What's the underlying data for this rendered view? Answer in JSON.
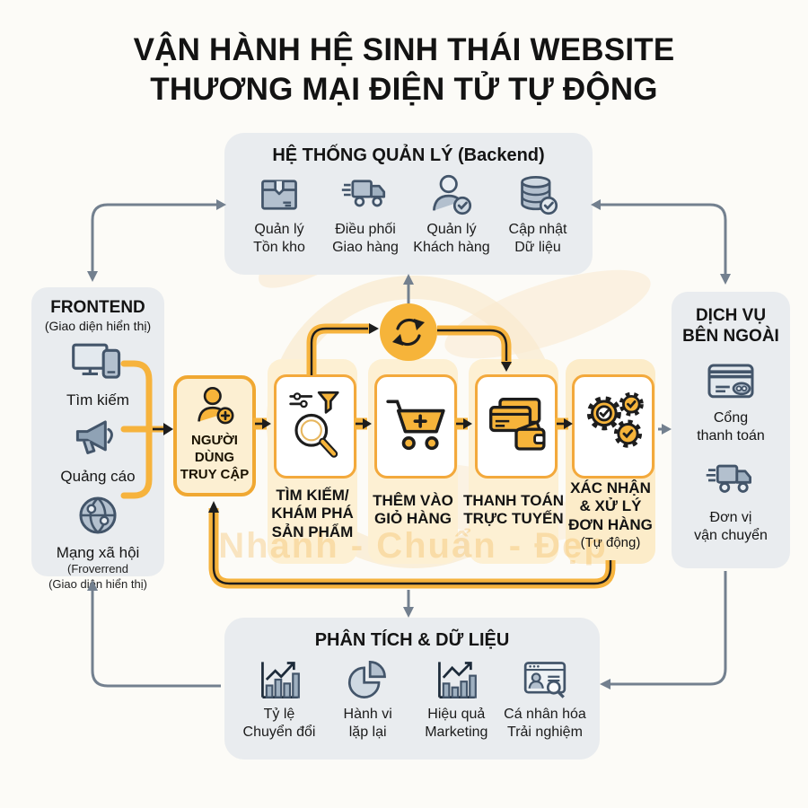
{
  "title": {
    "line1": "VẬN HÀNH HỆ SINH THÁI WEBSITE",
    "line2": "THƯƠNG MẠI ĐIỆN TỬ TỰ ĐỘNG"
  },
  "backend": {
    "title": "HỆ THỐNG QUẢN LÝ (Backend)",
    "items": [
      {
        "icon": "package-icon",
        "label": "Quản lý\nTồn kho"
      },
      {
        "icon": "delivery-truck-icon",
        "label": "Điều phối\nGiao hàng"
      },
      {
        "icon": "customer-check-icon",
        "label": "Quản lý\nKhách hàng"
      },
      {
        "icon": "database-check-icon",
        "label": "Cập nhật\nDữ liệu"
      }
    ]
  },
  "frontend": {
    "title": "FRONTEND",
    "subtitle": "(Giao diện hiển thị)",
    "items": [
      {
        "icon": "devices-icon",
        "label": "Tìm kiếm"
      },
      {
        "icon": "megaphone-icon",
        "label": "Quảng cáo"
      },
      {
        "icon": "globe-icon",
        "label": "Mạng xã hội",
        "sub": "(Froverrend\n(Giao diện hiển thị)"
      }
    ]
  },
  "external": {
    "title": "DỊCH VỤ\nBÊN NGOÀI",
    "items": [
      {
        "icon": "credit-card-icon",
        "label": "Cổng\nthanh toán"
      },
      {
        "icon": "shipping-truck-icon",
        "label": "Đơn vị\nvận chuyển"
      }
    ]
  },
  "flow": {
    "user": {
      "icon": "user-plus-icon",
      "label": "NGƯỜI\nDÙNG\nTRUY CẬP"
    },
    "loop_icon": "refresh-cycle-icon",
    "steps": [
      {
        "icon": "search-filter-icon",
        "label": "TÌM KIẾM/\nKHÁM PHÁ\nSẢN PHẨM"
      },
      {
        "icon": "cart-plus-icon",
        "label": "THÊM VÀO\nGIỎ HÀNG"
      },
      {
        "icon": "payment-wallet-icon",
        "label": "THANH TOÁN\nTRỰC TUYẾN"
      },
      {
        "icon": "gears-check-icon",
        "label": "XÁC NHẬN\n& XỬ LÝ\nĐƠN HÀNG",
        "sub": "(Tự động)"
      }
    ]
  },
  "analytics": {
    "title": "PHÂN TÍCH & DỮ LIỆU",
    "items": [
      {
        "icon": "bar-chart-up-icon",
        "label": "Tỷ lệ\nChuyển đổi"
      },
      {
        "icon": "pie-chart-icon",
        "label": "Hành vi\nlặp lại"
      },
      {
        "icon": "bar-chart-up-icon",
        "label": "Hiệu quả\nMarketing"
      },
      {
        "icon": "browser-search-icon",
        "label": "Cá nhân hóa\nTrải nghiệm"
      }
    ]
  },
  "watermark": "Nhanh - Chuẩn - Đẹp",
  "colors": {
    "accent_yellow": "#f6b33d",
    "accent_border": "#f0a832",
    "column_bg": "#fdf0d3",
    "user_box_bg": "#fcefd2",
    "panel_gray": "#e9ecef",
    "arrow_gray": "#73808f",
    "icon_gray": "#43556a",
    "title_color": "#131313"
  }
}
